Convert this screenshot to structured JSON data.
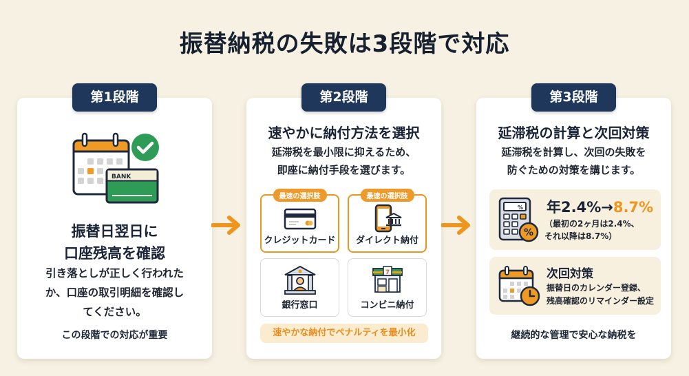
{
  "title": "振替納税の失敗は3段階で対応",
  "colors": {
    "background": "#f6f1e3",
    "navy": "#1e375a",
    "orange": "#ee9a2a",
    "green": "#2e9b57",
    "card": "#ffffff"
  },
  "stages": [
    {
      "badge": "第1段階",
      "icon": "calendar-bank-check-icon",
      "bank_label": "BANK",
      "heading_lines": [
        "振替日翌日に",
        "口座残高を確認"
      ],
      "body_lines": [
        "引き落としが正しく行われた",
        "か、口座の取引明細を確認し",
        "てください。"
      ],
      "footer": "この段階での対応が重要"
    },
    {
      "badge": "第2段階",
      "heading": "速やかに納付方法を選択",
      "body_lines": [
        "延滞税を最小限に抑えるため、",
        "即座に納付手段を選びます。"
      ],
      "options": [
        {
          "label": "クレジットカード",
          "tag": "最速の選択肢",
          "icon": "credit-card-icon",
          "fastest": true
        },
        {
          "label": "ダイレクト納付",
          "tag": "最速の選択肢",
          "icon": "smartphone-bank-icon",
          "fastest": true
        },
        {
          "label": "銀行窓口",
          "tag": "",
          "icon": "bank-teller-icon",
          "fastest": false
        },
        {
          "label": "コンビニ納付",
          "tag": "",
          "icon": "convenience-store-icon",
          "fastest": false
        }
      ],
      "footer": "速やかな納付でペナルティを最小化"
    },
    {
      "badge": "第3段階",
      "heading": "延滞税の計算と次回対策",
      "body_lines": [
        "延滞税を計算し、次回の失敗を",
        "防ぐための対策を講じます。"
      ],
      "rate_box": {
        "prefix": "年2.4%→",
        "highlight": "8.7%",
        "note_lines": [
          "（最初の2ヶ月は2.4%、",
          "それ以降は8.7%）"
        ],
        "calc_display": "%"
      },
      "next_box": {
        "title": "次回対策",
        "lines": [
          "振替日のカレンダー登録、",
          "残高確認のリマインダー設定"
        ]
      },
      "footer": "継続的な管理で安心な納税を"
    }
  ]
}
